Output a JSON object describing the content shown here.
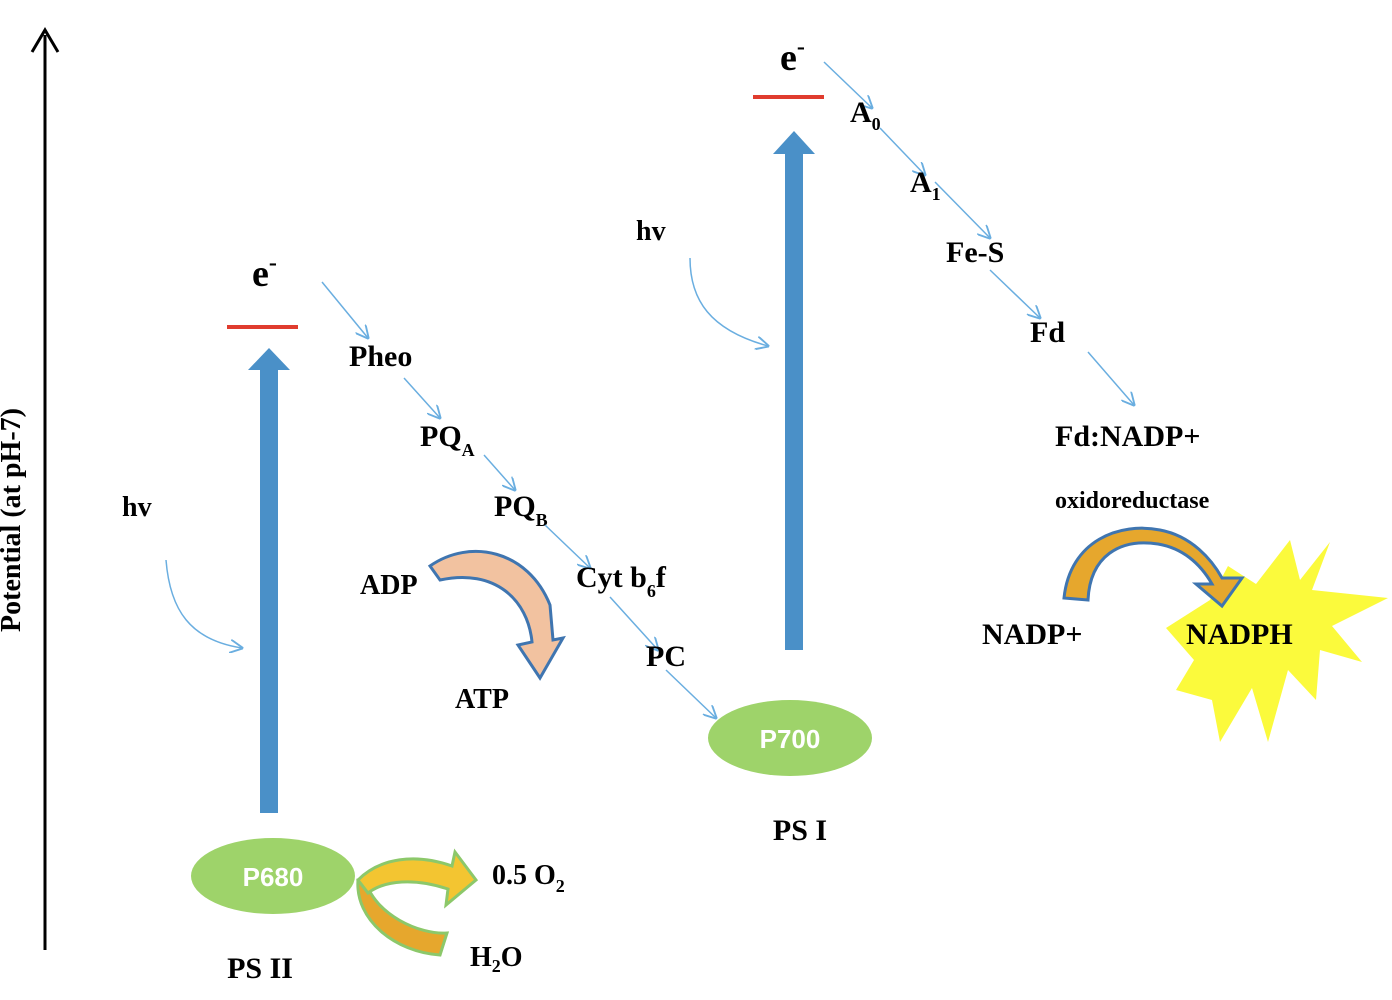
{
  "axis": {
    "label": "Potential (at pH-7)"
  },
  "electron": {
    "symbol": "e",
    "charge": "-"
  },
  "photon": "hv",
  "ps2": {
    "name": "PS II",
    "center": "P680"
  },
  "ps1": {
    "name": "PS I",
    "center": "P700"
  },
  "carriers": {
    "pheo": "Pheo",
    "pqa": {
      "base": "PQ",
      "sub": "A"
    },
    "pqb": {
      "base": "PQ",
      "sub": "B"
    },
    "cyt": {
      "base": "Cyt b",
      "sub": "6",
      "tail": "f"
    },
    "pc": "PC",
    "a0": {
      "base": "A",
      "sub": "0"
    },
    "a1": {
      "base": "A",
      "sub": "1"
    },
    "fes": "Fe-S",
    "fd": "Fd",
    "enzyme_line1": "Fd:NADP+",
    "enzyme_line2": "oxidoreductase"
  },
  "atp_cycle": {
    "from": "ADP",
    "to": "ATP"
  },
  "water": {
    "o2": {
      "base": "0.5 O",
      "sub": "2"
    },
    "h2o": {
      "pre": "H",
      "sub": "2",
      "post": "O"
    }
  },
  "nadp_cycle": {
    "from": "NADP+",
    "to": "NADPH"
  },
  "colors": {
    "blue_arrow": "#4a90c8",
    "red_level": "#e03c2e",
    "reaction_center": "#9ed36a",
    "orange_arrow": "#e6a72d",
    "peach_arrow": "#f2c2a0",
    "star": "#fbfa3c",
    "thin_arrow": "#6aaee0"
  }
}
